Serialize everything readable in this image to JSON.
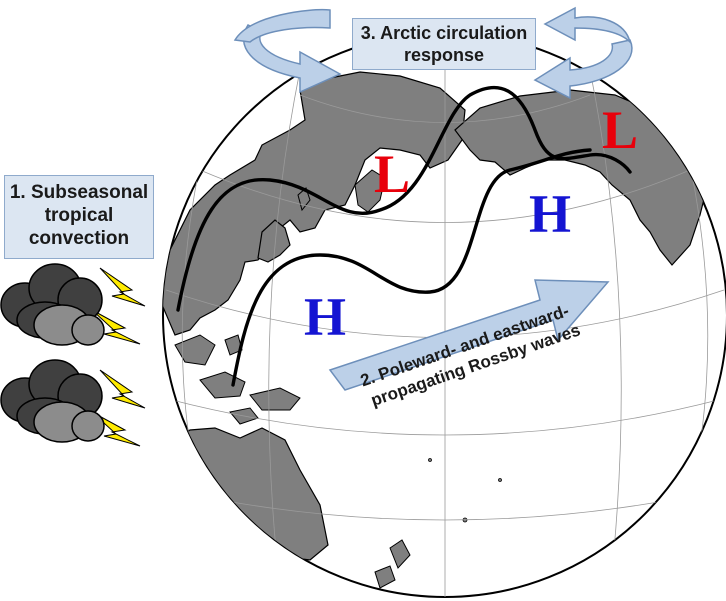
{
  "labels": {
    "arctic_line1": "3. Arctic circulation",
    "arctic_line2": "response",
    "tropical_line1": "1. Subseasonal",
    "tropical_line2": "tropical",
    "tropical_line3": "convection",
    "rossby_line1": "2. Poleward- and eastward-",
    "rossby_line2": "propagating Rossby waves"
  },
  "pressure_centers": {
    "low": "L",
    "high": "H"
  },
  "colors": {
    "low": "#e8000b",
    "high": "#1414d2",
    "land": "#7f7f7f",
    "ocean": "#ffffff",
    "label_box": "#dce6f2",
    "label_border": "#8faacc",
    "arrow": "#bcd0e8",
    "arrow_border": "#6d8fba",
    "lightning": "#ffeb00"
  },
  "icons": [
    "storm-cloud-icon",
    "lightning-bolt-icon",
    "circular-arrow-icon",
    "block-arrow-icon"
  ]
}
